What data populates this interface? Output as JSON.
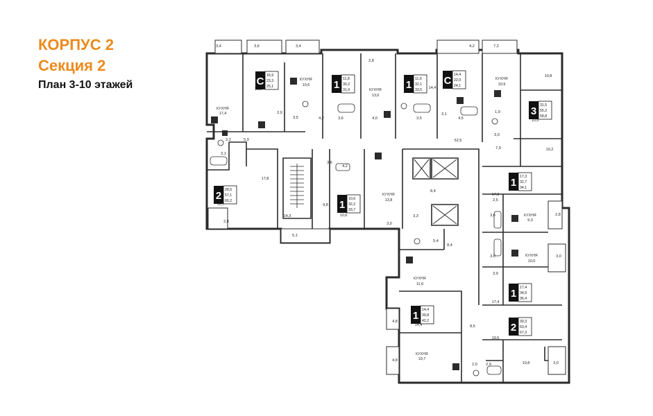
{
  "header": {
    "building": "КОРПУС 2",
    "section": "Секция 2",
    "plan": "План 3-10 этажей"
  },
  "colors": {
    "accent": "#ec8a1d",
    "walls": "#2b2b2b",
    "text": "#111111"
  },
  "apartments": [
    {
      "rooms": "С",
      "areas": [
        "16,9",
        "23,3",
        "25,1"
      ]
    },
    {
      "rooms": "1",
      "areas": [
        "11,8",
        "30,2",
        "31,9"
      ]
    },
    {
      "rooms": "1",
      "areas": [
        "11,6",
        "32,1",
        "33,5"
      ]
    },
    {
      "rooms": "С",
      "areas": [
        "14,4",
        "22,0",
        "24,1"
      ]
    },
    {
      "rooms": "3",
      "areas": [
        "31,5",
        "55,2",
        "58,8"
      ]
    },
    {
      "rooms": "2",
      "areas": [
        "28,5",
        "57,1",
        "60,2"
      ]
    },
    {
      "rooms": "1",
      "areas": [
        "10,6",
        "32,2",
        "33,7"
      ]
    },
    {
      "rooms": "1",
      "areas": [
        "17,3",
        "32,7",
        "34,1"
      ]
    },
    {
      "rooms": "1",
      "areas": [
        "17,4",
        "34,9",
        "36,4"
      ]
    },
    {
      "rooms": "1",
      "areas": [
        "14,4",
        "39,8",
        "42,2"
      ]
    },
    {
      "rooms": "2",
      "areas": [
        "30,3",
        "63,4",
        "67,3"
      ]
    }
  ],
  "room_labels": [
    "3,4",
    "3,6",
    "3,4",
    "4,2",
    "7,2",
    "2,8",
    "10,8",
    "16,9",
    "КУХНЯ",
    "10,6",
    "11,8",
    "КУХНЯ",
    "13,0",
    "11,6",
    "14,4",
    "КУХНЯ",
    "10,9",
    "КУХНЯ",
    "17,4",
    "2,9",
    "3,5",
    "4,2",
    "3,6",
    "4,0",
    "3,5",
    "3,1",
    "4,5",
    "1,9",
    "10,5",
    "2,2",
    "3,1",
    "5,9",
    "3,0",
    "52,5",
    "7,9",
    "10,2",
    "17,8",
    "9,8",
    "14,3",
    "5,1",
    "4,2",
    "3,6",
    "КУХНЯ",
    "13,8",
    "8,4",
    "10,6",
    "3,3",
    "3,0",
    "10,7",
    "2,8",
    "17,3",
    "2,5",
    "3,6",
    "КУХНЯ",
    "9,3",
    "2,8",
    "КУХНЯ",
    "10,0",
    "3,0",
    "3,6",
    "3,9",
    "5,4",
    "8,4",
    "КУХНЯ",
    "11,6",
    "17,4",
    "14,4",
    "4,8",
    "8,5",
    "19,5",
    "КУХНЯ",
    "19,7",
    "4,8",
    "2,0",
    "2,9",
    "10,8",
    "3,0"
  ]
}
